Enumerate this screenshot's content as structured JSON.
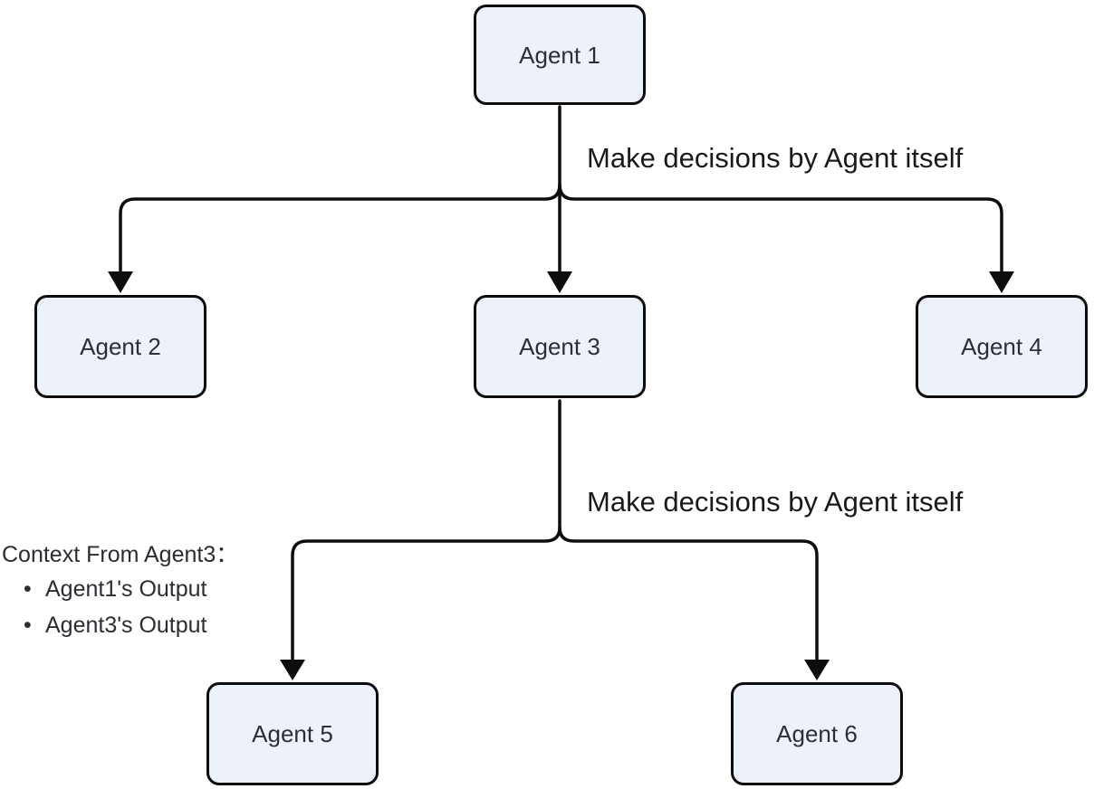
{
  "diagram": {
    "type": "flowchart",
    "background_color": "#ffffff",
    "node_fill_color": "#edf2fa",
    "node_border_color": "#0d0d0d",
    "node_text_color": "#2b3036",
    "edge_color": "#0d0d0d",
    "label_text_color": "#1a1a1a",
    "nodes": [
      {
        "id": "agent1",
        "label": "Agent 1"
      },
      {
        "id": "agent2",
        "label": "Agent 2"
      },
      {
        "id": "agent3",
        "label": "Agent 3"
      },
      {
        "id": "agent4",
        "label": "Agent 4"
      },
      {
        "id": "agent5",
        "label": "Agent 5"
      },
      {
        "id": "agent6",
        "label": "Agent 6"
      }
    ],
    "edges": [
      {
        "from": "agent1",
        "to": "agent2"
      },
      {
        "from": "agent1",
        "to": "agent3"
      },
      {
        "from": "agent1",
        "to": "agent4"
      },
      {
        "from": "agent3",
        "to": "agent5"
      },
      {
        "from": "agent3",
        "to": "agent6"
      }
    ],
    "edge_labels": [
      {
        "attached_to": "agent1-branch",
        "text": "Make decisions by Agent itself"
      },
      {
        "attached_to": "agent3-branch",
        "text": "Make decisions by Agent itself"
      }
    ],
    "context_note": {
      "title": "Context From Agent3：",
      "items": [
        "Agent1's Output",
        "Agent3's Output"
      ]
    }
  }
}
